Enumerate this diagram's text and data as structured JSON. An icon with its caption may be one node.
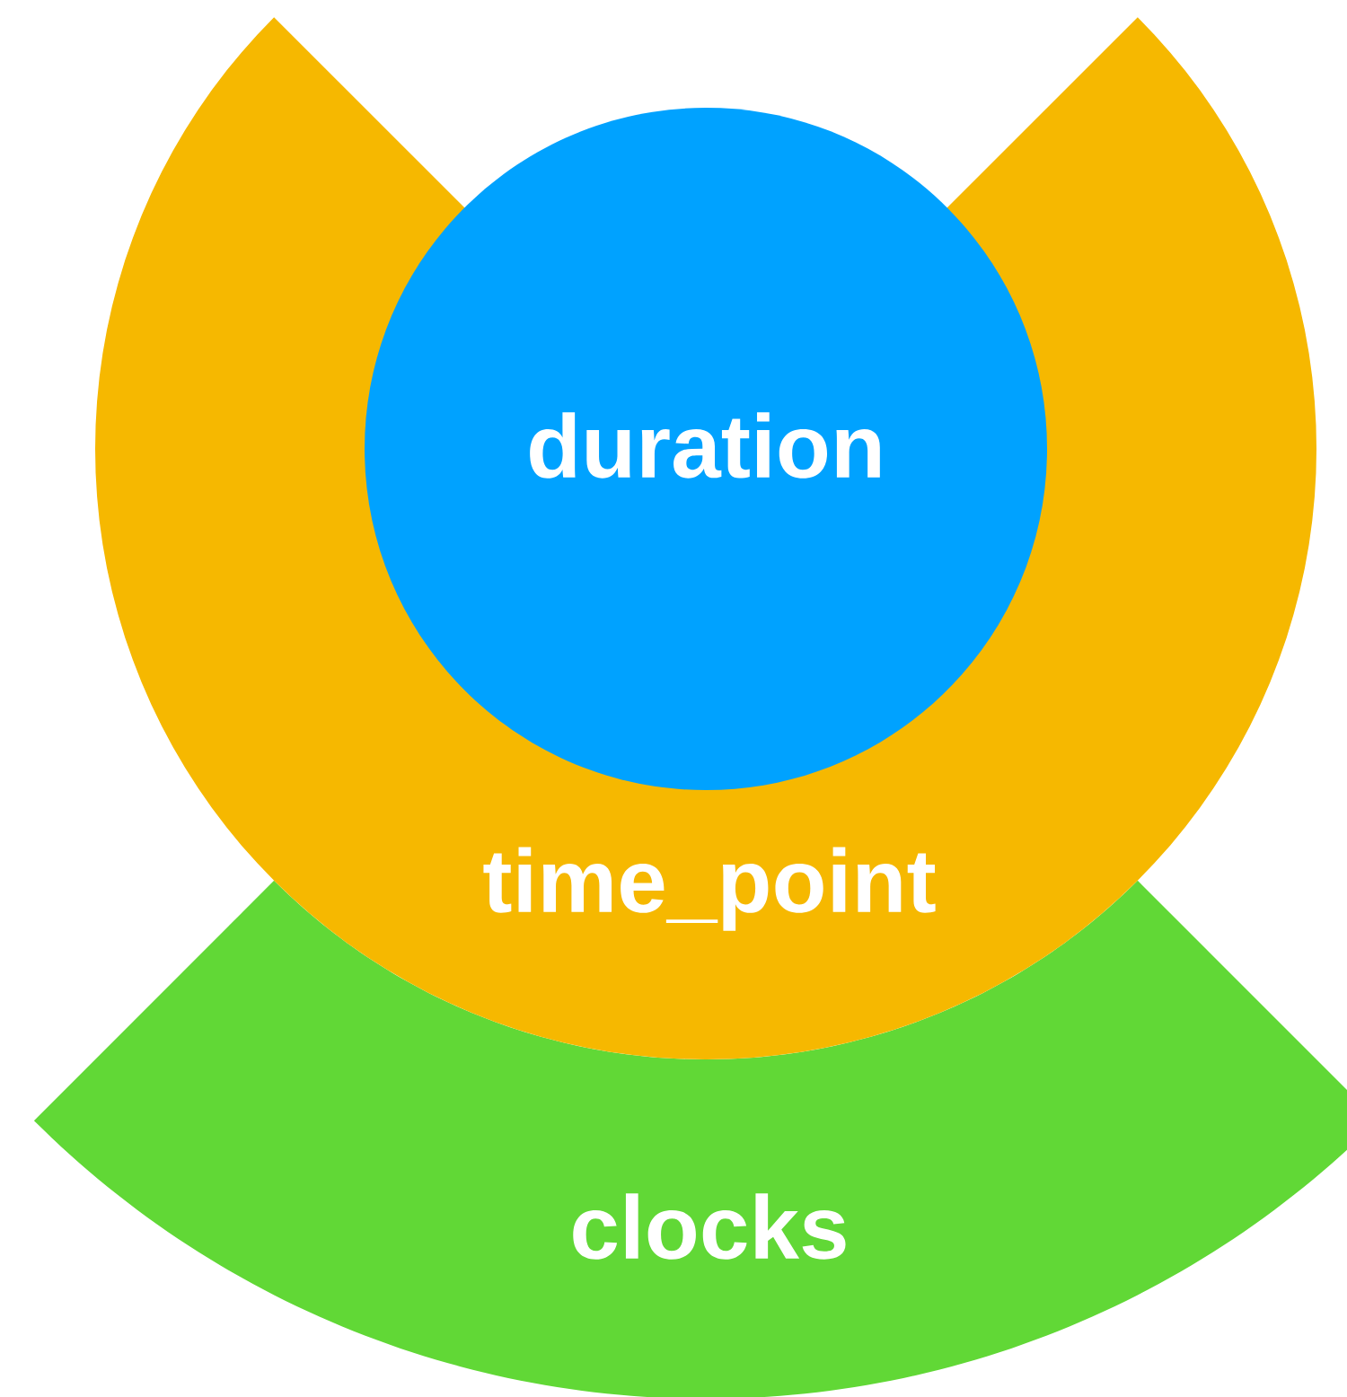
{
  "diagram": {
    "nodes": [
      {
        "text": [
          "duration"
        ],
        "in": 1
      },
      {
        "text": [
          "time_point"
        ]
      },
      {
        "text": [
          "clocks"
        ]
      }
    ]
  }
}
